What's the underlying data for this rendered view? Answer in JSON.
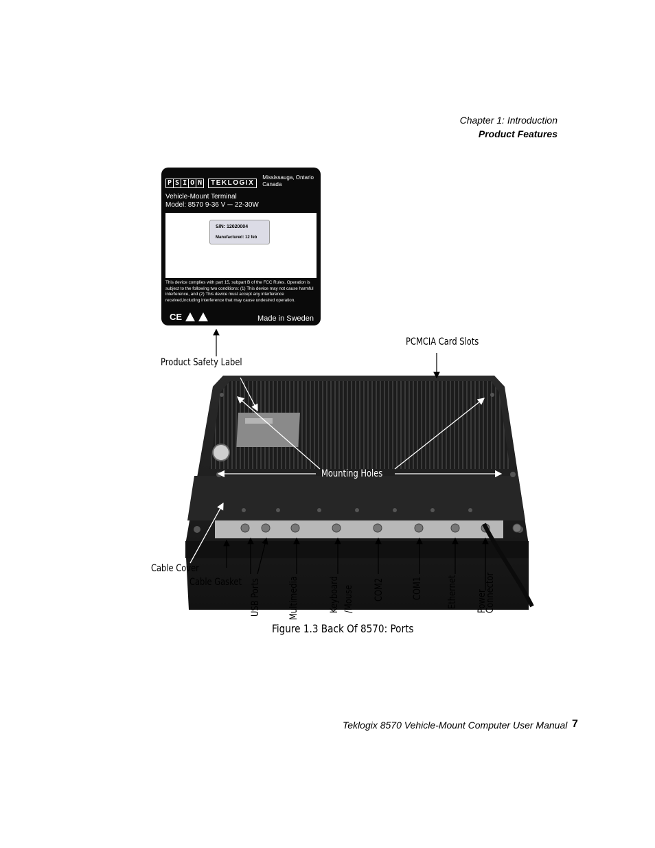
{
  "header": {
    "chapter": "Chapter 1:  Introduction",
    "section": "Product Features"
  },
  "label": {
    "brand_letters": [
      "P",
      "S",
      "I",
      "O",
      "N"
    ],
    "brand_name": "TEKLOGIX",
    "location": "Mississauga, Ontario Canada",
    "title": "Vehicle-Mount Terminal",
    "model": "Model: 8570  9-36 V ⎓ 22-30W",
    "serial": "S/N:  12020004",
    "manufactured": "Manufactured: 12 feb",
    "fcc": "This device complies with part 15, subpart B of the FCC Rules. Operation is subject to the following two conditions: (1) This device may not cause harmful interference, and (2) This device must accept any interference received,including interference that may cause undesired operation.",
    "ce": "CE",
    "made_in": "Made in Sweden"
  },
  "callouts": {
    "product_safety_label": "Product Safety Label",
    "pcmcia": "PCMCIA Card Slots",
    "mounting_holes": "Mounting Holes",
    "cable_cover": "Cable Cover",
    "cable_gasket": "Cable Gasket"
  },
  "ports": {
    "usb": "USB Ports",
    "multimedia": "Multimedia",
    "keyboard_1": "Keyboard",
    "keyboard_2": "/Mouse",
    "com2": "COM2",
    "com1": "COM1",
    "ethernet": "Ethernet",
    "power_1": "Power",
    "power_2": "Connector"
  },
  "caption": "Figure 1.3 Back Of 8570: Ports",
  "footer": {
    "manual": "Teklogix 8570 Vehicle-Mount Computer User Manual",
    "page": "7"
  }
}
